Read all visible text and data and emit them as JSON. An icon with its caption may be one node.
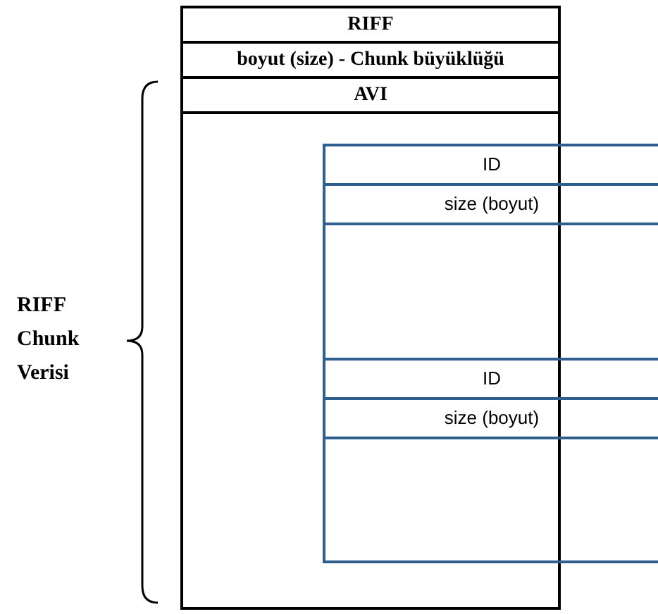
{
  "diagram": {
    "nodes": [
      {
        "text": [
          "RIFF",
          "boyut (size) - Chunk büyüklüğü",
          "AVI"
        ]
      },
      {
        "text": [
          "ID",
          "size (boyut)"
        ]
      },
      {
        "text": [
          "ID",
          "size (boyut)"
        ]
      }
    ],
    "labels": [
      "RIFF Chunk Verisi"
    ]
  }
}
